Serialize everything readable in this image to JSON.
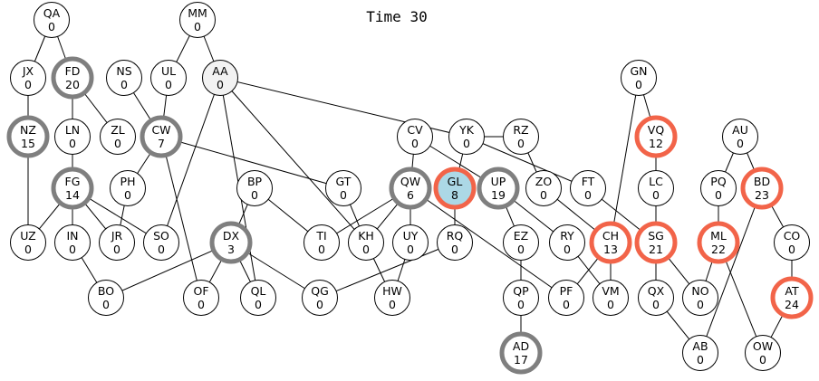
{
  "title": "Time 30",
  "colors": {
    "stroke_default": "#000000",
    "stroke_gray": "#7f7f7f",
    "stroke_red": "#f26449",
    "fill_default": "#ffffff",
    "fill_light": "#f2f2f2",
    "fill_blue": "#acd8e6"
  },
  "nodes": [
    {
      "id": "QA",
      "value": "0",
      "style": "plain"
    },
    {
      "id": "MM",
      "value": "0",
      "style": "plain"
    },
    {
      "id": "JX",
      "value": "0",
      "style": "plain"
    },
    {
      "id": "FD",
      "value": "20",
      "style": "gray"
    },
    {
      "id": "NS",
      "value": "0",
      "style": "plain"
    },
    {
      "id": "UL",
      "value": "0",
      "style": "plain"
    },
    {
      "id": "AA",
      "value": "0",
      "style": "light"
    },
    {
      "id": "GN",
      "value": "0",
      "style": "plain"
    },
    {
      "id": "NZ",
      "value": "15",
      "style": "gray"
    },
    {
      "id": "LN",
      "value": "0",
      "style": "plain"
    },
    {
      "id": "ZL",
      "value": "0",
      "style": "plain"
    },
    {
      "id": "CW",
      "value": "7",
      "style": "gray"
    },
    {
      "id": "CV",
      "value": "0",
      "style": "plain"
    },
    {
      "id": "YK",
      "value": "0",
      "style": "plain"
    },
    {
      "id": "RZ",
      "value": "0",
      "style": "plain"
    },
    {
      "id": "VQ",
      "value": "12",
      "style": "red"
    },
    {
      "id": "AU",
      "value": "0",
      "style": "plain"
    },
    {
      "id": "FG",
      "value": "14",
      "style": "gray"
    },
    {
      "id": "PH",
      "value": "0",
      "style": "plain"
    },
    {
      "id": "BP",
      "value": "0",
      "style": "plain"
    },
    {
      "id": "GT",
      "value": "0",
      "style": "plain"
    },
    {
      "id": "QW",
      "value": "6",
      "style": "gray"
    },
    {
      "id": "GL",
      "value": "8",
      "style": "blue"
    },
    {
      "id": "UP",
      "value": "19",
      "style": "gray"
    },
    {
      "id": "ZO",
      "value": "0",
      "style": "plain"
    },
    {
      "id": "FT",
      "value": "0",
      "style": "plain"
    },
    {
      "id": "LC",
      "value": "0",
      "style": "plain"
    },
    {
      "id": "PQ",
      "value": "0",
      "style": "plain"
    },
    {
      "id": "BD",
      "value": "23",
      "style": "red"
    },
    {
      "id": "UZ",
      "value": "0",
      "style": "plain"
    },
    {
      "id": "IN",
      "value": "0",
      "style": "plain"
    },
    {
      "id": "JR",
      "value": "0",
      "style": "plain"
    },
    {
      "id": "SO",
      "value": "0",
      "style": "plain"
    },
    {
      "id": "DX",
      "value": "3",
      "style": "gray"
    },
    {
      "id": "TI",
      "value": "0",
      "style": "plain"
    },
    {
      "id": "KH",
      "value": "0",
      "style": "plain"
    },
    {
      "id": "UY",
      "value": "0",
      "style": "plain"
    },
    {
      "id": "RQ",
      "value": "0",
      "style": "plain"
    },
    {
      "id": "EZ",
      "value": "0",
      "style": "plain"
    },
    {
      "id": "RY",
      "value": "0",
      "style": "plain"
    },
    {
      "id": "CH",
      "value": "13",
      "style": "red"
    },
    {
      "id": "SG",
      "value": "21",
      "style": "red"
    },
    {
      "id": "ML",
      "value": "22",
      "style": "red"
    },
    {
      "id": "CO",
      "value": "0",
      "style": "plain"
    },
    {
      "id": "BO",
      "value": "0",
      "style": "plain"
    },
    {
      "id": "OF",
      "value": "0",
      "style": "plain"
    },
    {
      "id": "QL",
      "value": "0",
      "style": "plain"
    },
    {
      "id": "QG",
      "value": "0",
      "style": "plain"
    },
    {
      "id": "HW",
      "value": "0",
      "style": "plain"
    },
    {
      "id": "QP",
      "value": "0",
      "style": "plain"
    },
    {
      "id": "PF",
      "value": "0",
      "style": "plain"
    },
    {
      "id": "VM",
      "value": "0",
      "style": "plain"
    },
    {
      "id": "QX",
      "value": "0",
      "style": "plain"
    },
    {
      "id": "NO",
      "value": "0",
      "style": "plain"
    },
    {
      "id": "AT",
      "value": "24",
      "style": "red"
    },
    {
      "id": "AD",
      "value": "17",
      "style": "gray"
    },
    {
      "id": "AB",
      "value": "0",
      "style": "plain"
    },
    {
      "id": "OW",
      "value": "0",
      "style": "plain"
    }
  ],
  "edges": [
    [
      "QA",
      "JX"
    ],
    [
      "QA",
      "FD"
    ],
    [
      "MM",
      "UL"
    ],
    [
      "MM",
      "AA"
    ],
    [
      "JX",
      "NZ"
    ],
    [
      "FD",
      "LN"
    ],
    [
      "FD",
      "ZL"
    ],
    [
      "NS",
      "CW"
    ],
    [
      "UL",
      "CW"
    ],
    [
      "AA",
      "YK"
    ],
    [
      "AA",
      "SO"
    ],
    [
      "AA",
      "QL"
    ],
    [
      "AA",
      "KH"
    ],
    [
      "GN",
      "VQ"
    ],
    [
      "GN",
      "CH"
    ],
    [
      "NZ",
      "UZ"
    ],
    [
      "LN",
      "FG"
    ],
    [
      "CW",
      "PH"
    ],
    [
      "CW",
      "GT"
    ],
    [
      "CW",
      "OF"
    ],
    [
      "CV",
      "QW"
    ],
    [
      "CV",
      "UP"
    ],
    [
      "YK",
      "RZ"
    ],
    [
      "YK",
      "GL"
    ],
    [
      "YK",
      "FT"
    ],
    [
      "RZ",
      "ZO"
    ],
    [
      "VQ",
      "LC"
    ],
    [
      "AU",
      "PQ"
    ],
    [
      "AU",
      "BD"
    ],
    [
      "FG",
      "UZ"
    ],
    [
      "FG",
      "IN"
    ],
    [
      "FG",
      "JR"
    ],
    [
      "FG",
      "SO"
    ],
    [
      "PH",
      "JR"
    ],
    [
      "BP",
      "DX"
    ],
    [
      "BP",
      "TI"
    ],
    [
      "GT",
      "KH"
    ],
    [
      "QW",
      "TI"
    ],
    [
      "QW",
      "KH"
    ],
    [
      "QW",
      "UY"
    ],
    [
      "QW",
      "PF"
    ],
    [
      "GL",
      "RQ"
    ],
    [
      "UP",
      "EZ"
    ],
    [
      "UP",
      "RY"
    ],
    [
      "ZO",
      "CH"
    ],
    [
      "FT",
      "SG"
    ],
    [
      "LC",
      "SG"
    ],
    [
      "PQ",
      "ML"
    ],
    [
      "BD",
      "CO"
    ],
    [
      "BD",
      "AB"
    ],
    [
      "IN",
      "BO"
    ],
    [
      "DX",
      "BO"
    ],
    [
      "DX",
      "OF"
    ],
    [
      "DX",
      "QL"
    ],
    [
      "DX",
      "QG"
    ],
    [
      "KH",
      "HW"
    ],
    [
      "UY",
      "HW"
    ],
    [
      "RQ",
      "QG"
    ],
    [
      "EZ",
      "QP"
    ],
    [
      "CH",
      "PF"
    ],
    [
      "CH",
      "VM"
    ],
    [
      "SG",
      "QX"
    ],
    [
      "SG",
      "NO"
    ],
    [
      "ML",
      "NO"
    ],
    [
      "ML",
      "OW"
    ],
    [
      "CO",
      "AT"
    ],
    [
      "RY",
      "VM"
    ],
    [
      "QP",
      "AD"
    ],
    [
      "QX",
      "AB"
    ],
    [
      "AT",
      "OW"
    ]
  ]
}
